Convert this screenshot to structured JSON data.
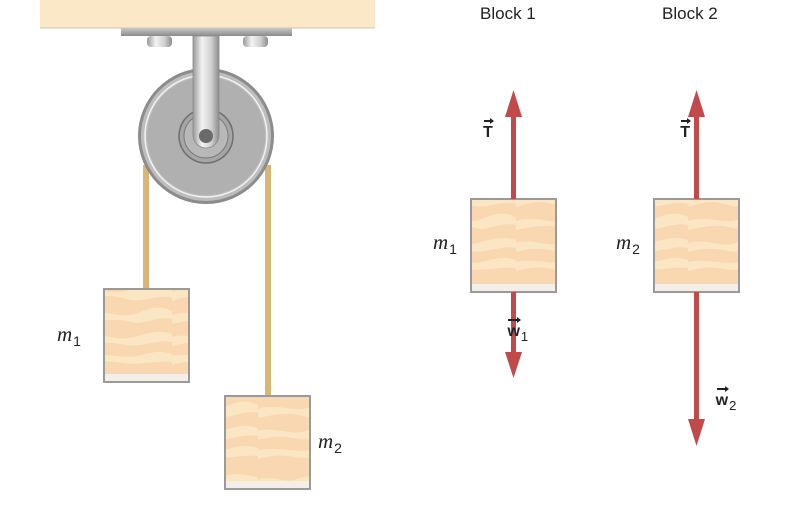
{
  "diagram": {
    "titles": {
      "block1": "Block 1",
      "block2": "Block 2"
    },
    "system": {
      "mass1": {
        "symbol": "m",
        "subscript": "1"
      },
      "mass2": {
        "symbol": "m",
        "subscript": "2"
      }
    },
    "free_body": {
      "block1": {
        "mass": {
          "symbol": "m",
          "subscript": "1"
        },
        "tension": {
          "symbol": "T",
          "subscript": ""
        },
        "weight": {
          "symbol": "w",
          "subscript": "1"
        }
      },
      "block2": {
        "mass": {
          "symbol": "m",
          "subscript": "2"
        },
        "tension": {
          "symbol": "T",
          "subscript": ""
        },
        "weight": {
          "symbol": "w",
          "subscript": "2"
        }
      }
    },
    "colors": {
      "ceiling": "#fae8c6",
      "wood_base": "#f9d7b0",
      "wood_light": "#fbe6c4",
      "block_border": "#9a9a9a",
      "rope": "#d9b675",
      "arrow": "#c24a4a",
      "pulley": "#b3b3b3"
    }
  }
}
